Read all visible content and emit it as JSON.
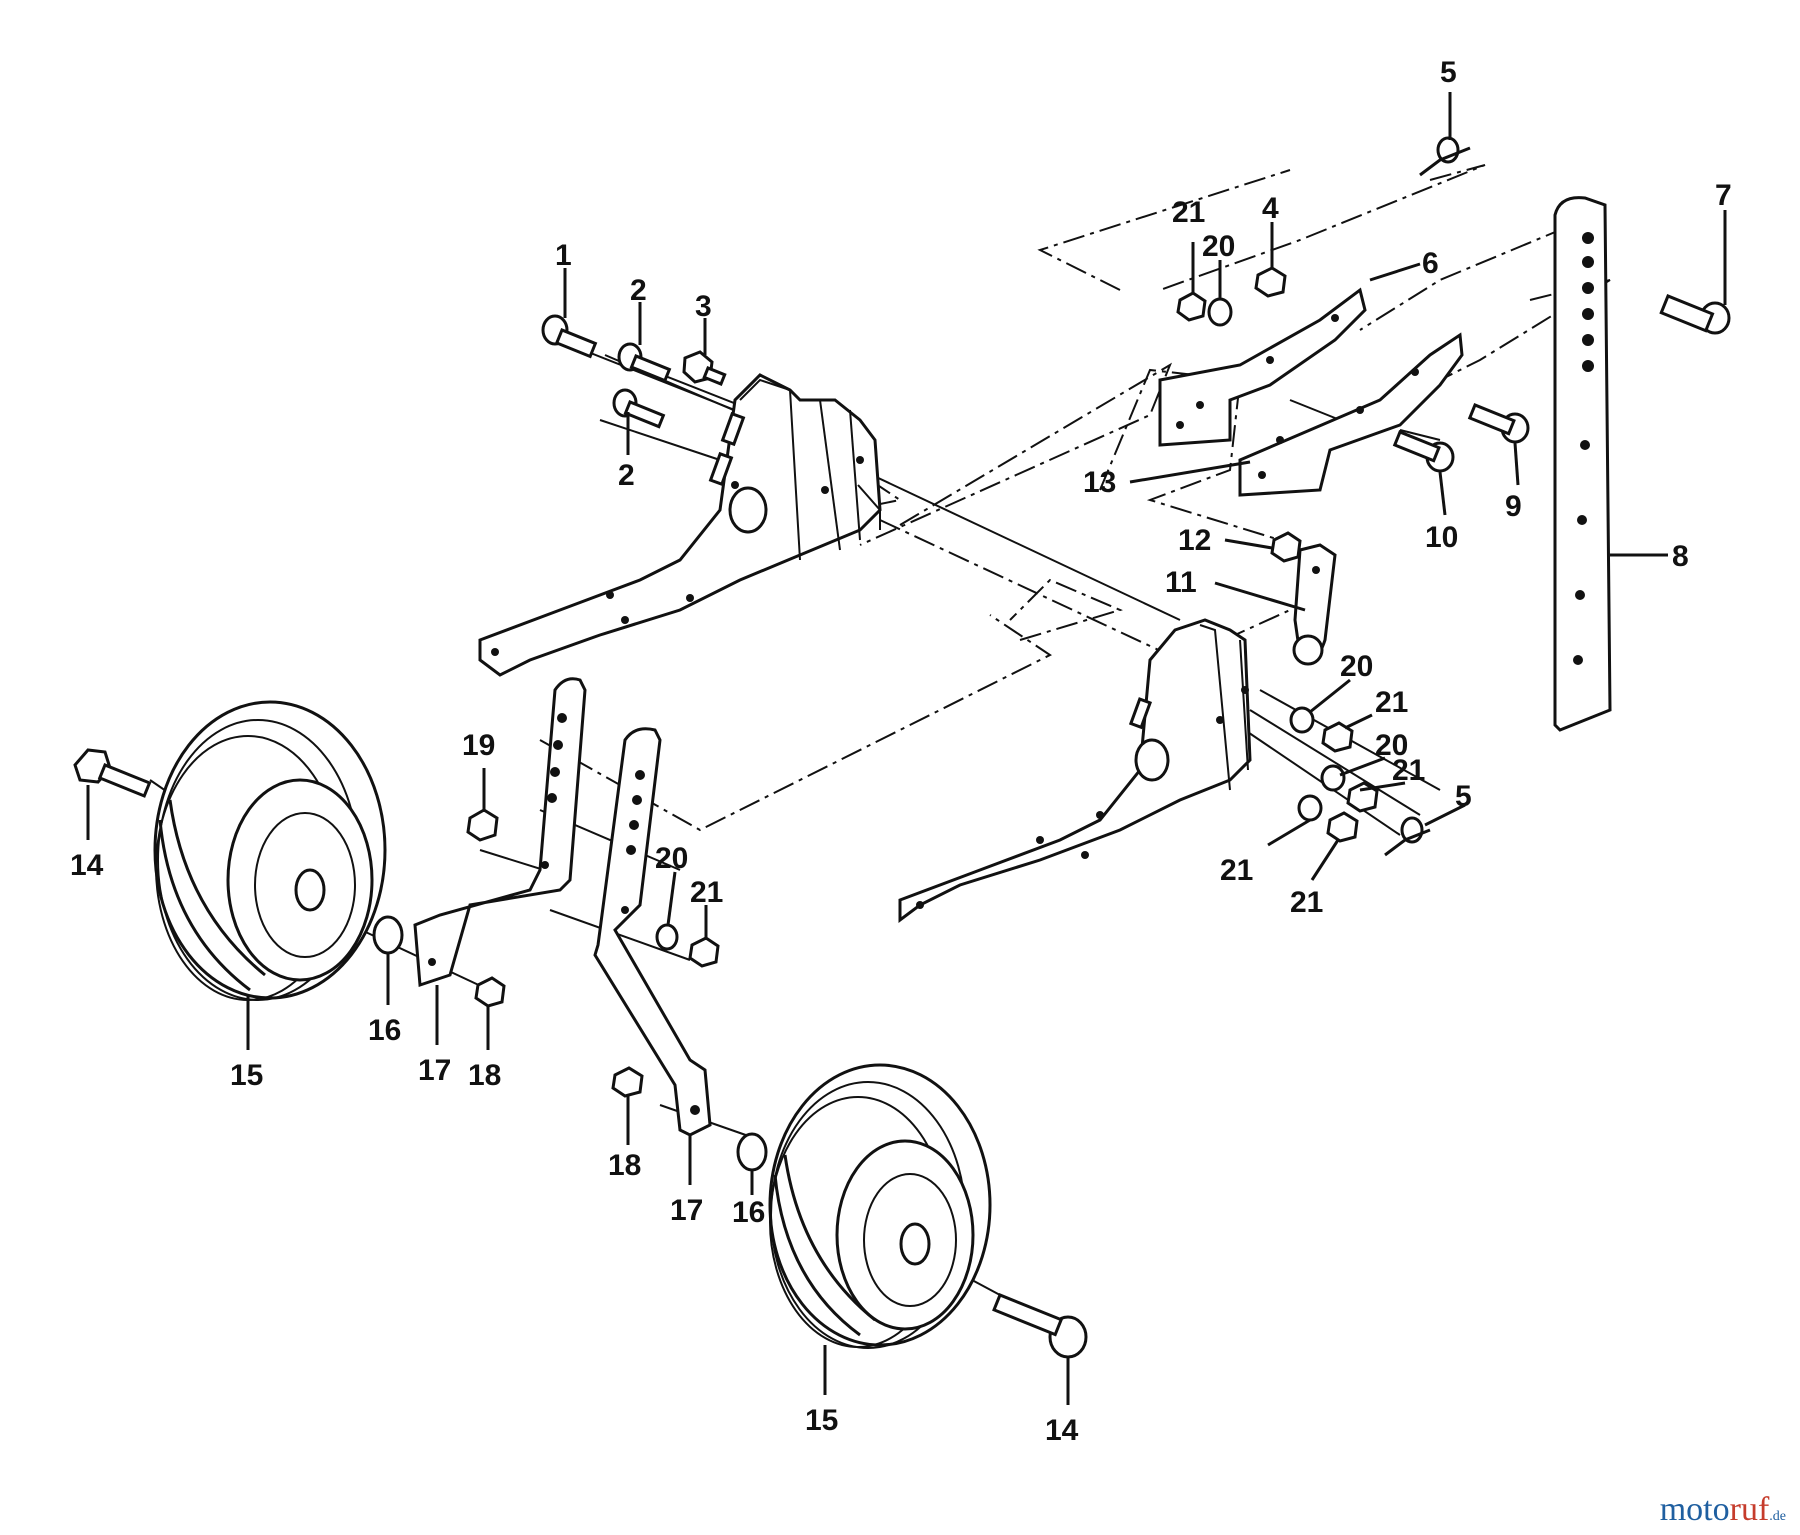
{
  "labels": [
    "1",
    "2",
    "2",
    "3",
    "4",
    "5",
    "5",
    "6",
    "7",
    "8",
    "9",
    "10",
    "11",
    "12",
    "13",
    "14",
    "14",
    "15",
    "15",
    "16",
    "16",
    "17",
    "17",
    "18",
    "18",
    "19",
    "20",
    "20",
    "20",
    "20",
    "21",
    "21",
    "21",
    "21",
    "21"
  ],
  "watermark": {
    "part1": "moto",
    "part2": "ruf",
    "part3": ".de"
  },
  "icons": [
    "wheel-icon",
    "bracket-icon",
    "bolt-icon",
    "nut-icon",
    "washer-icon",
    "clip-icon"
  ]
}
